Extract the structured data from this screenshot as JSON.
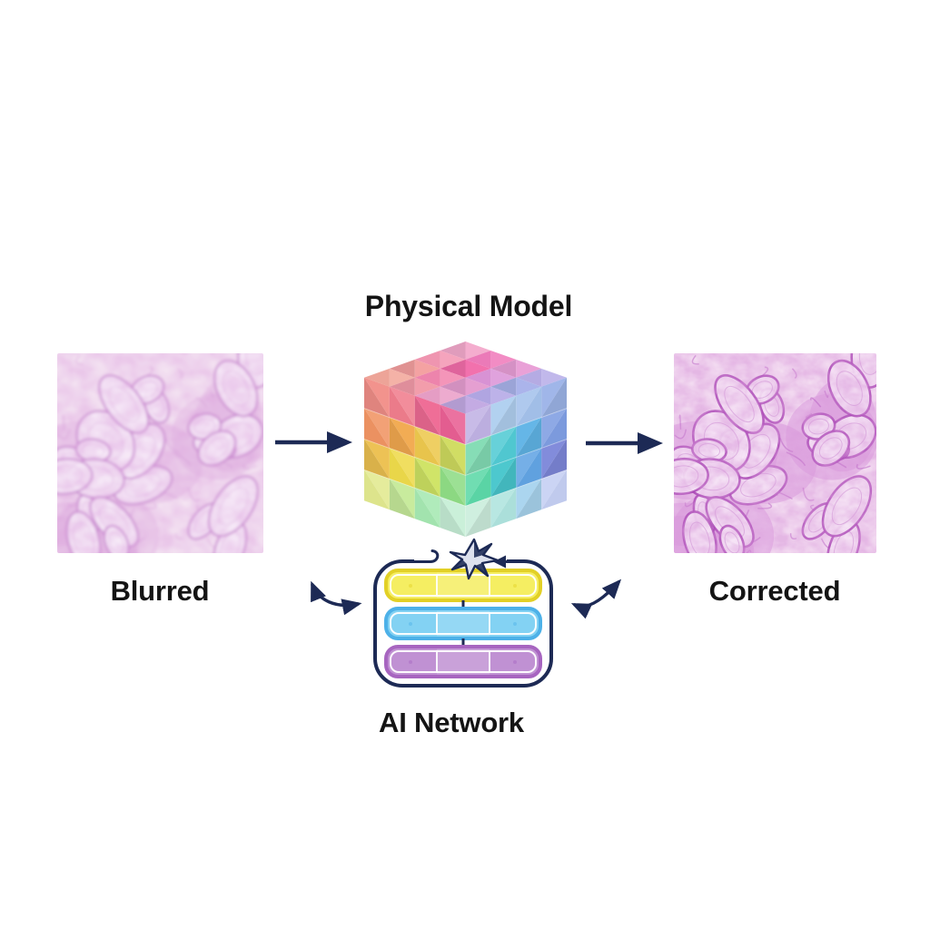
{
  "diagram": {
    "physical_model": {
      "title": "Physical Model"
    },
    "input_panel": {
      "label": "Blurred"
    },
    "output_panel": {
      "label": "Corrected"
    },
    "ai_network": {
      "label": "AI Network"
    }
  },
  "icons": {
    "flow_arrow": "arrow-right",
    "feedback_left": "curved-double-arrow",
    "feedback_right": "curved-double-arrow",
    "spark": "starburst",
    "loop_hook": "loop-curl"
  },
  "colors": {
    "canvas_bg": "#ffffff",
    "navy": "#1d2a55",
    "text": "#141414",
    "layer_yellow": "#f5ee62",
    "layer_yellow_border": "#e2d026",
    "layer_blue": "#83d2f3",
    "layer_blue_border": "#4db1e8",
    "layer_purple": "#c091d3",
    "layer_purple_border": "#a765c0",
    "star_fill": "#dde1ee",
    "tissue_bg_blurred": "#f5e6f3",
    "tissue_bg_corrected": "#f4def2",
    "tissue_stroke_blurred": "#c27fca",
    "tissue_stroke_corrected": "#a63fb2"
  }
}
